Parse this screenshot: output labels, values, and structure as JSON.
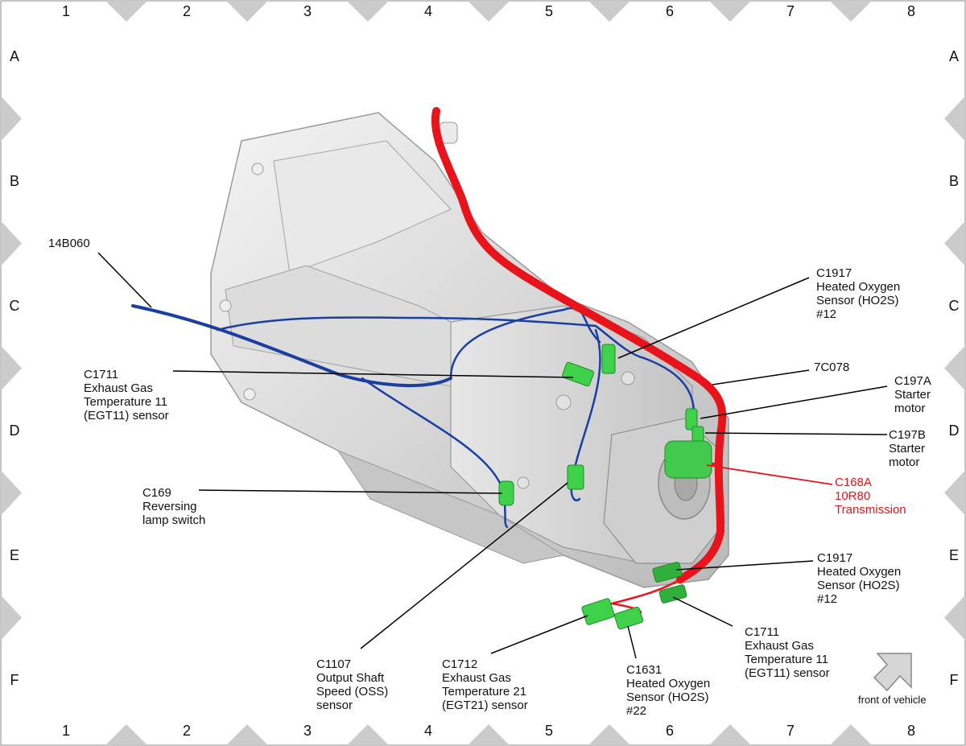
{
  "grid": {
    "columns": [
      "1",
      "2",
      "3",
      "4",
      "5",
      "6",
      "7",
      "8"
    ],
    "rows": [
      "A",
      "B",
      "C",
      "D",
      "E",
      "F"
    ]
  },
  "colors": {
    "harness_blue": "#1b3fa0",
    "harness_red": "#e8141b",
    "connector_green": "#3fd14a",
    "marker_gray": "#c9c9c9",
    "callout_red": "#e8141b"
  },
  "labels": {
    "l14b060": "14B060",
    "c1917_top": "C1917\nHeated Oxygen\nSensor (HO2S)\n#12",
    "c1711_left": "C1711\nExhaust Gas\nTemperature 11\n(EGT11) sensor",
    "l7c078": "7C078",
    "c197a": "C197A\nStarter\nmotor",
    "c197b": "C197B\nStarter\nmotor",
    "c168a": "C168A\n10R80\nTransmission",
    "c169": "C169\nReversing\nlamp switch",
    "c1917_bottom": "C1917\nHeated Oxygen\nSensor (HO2S)\n#12",
    "c1711_bottom": "C1711\nExhaust Gas\nTemperature 11\n(EGT11) sensor",
    "c1107": "C1107\nOutput Shaft\nSpeed (OSS)\nsensor",
    "c1712": "C1712\nExhaust Gas\nTemperature 21\n(EGT21) sensor",
    "c1631": "C1631\nHeated Oxygen\nSensor (HO2S)\n#22"
  },
  "front_of_vehicle": "front of vehicle",
  "icons": {
    "arrow": "front-arrow-icon"
  }
}
